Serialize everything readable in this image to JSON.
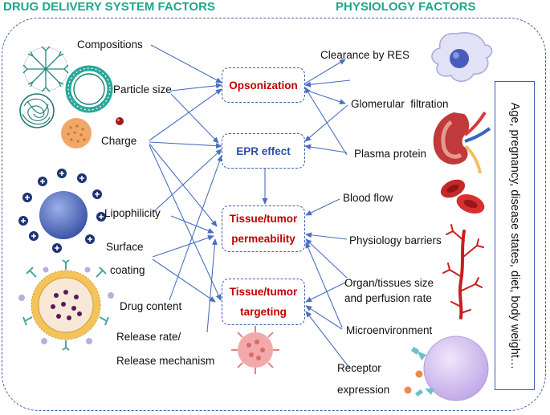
{
  "headers": {
    "left": "DRUG DELIVERY SYSTEM FACTORS",
    "right": "PHYSIOLOGY FACTORS"
  },
  "left_factors": {
    "compositions": "Compositions",
    "particle_size": "Particle size",
    "charge": "Charge",
    "lipophilicity": "Lipophilicity",
    "surface_line1": "Surface",
    "surface_line2": "coating",
    "drug_content": "Drug content",
    "release_line1": "Release rate/",
    "release_line2": "Release mechanism"
  },
  "center_boxes": {
    "opsonization": "Opsonization",
    "epr": "EPR effect",
    "permeability_line1": "Tissue/tumor",
    "permeability_line2": "permeability",
    "targeting_line1": "Tissue/tumor",
    "targeting_line2": "targeting"
  },
  "right_factors": {
    "clearance": "Clearance by RES",
    "glomerular": "Glomerular  filtration",
    "plasma": "Plasma protein",
    "blood_flow": "Blood flow",
    "barriers": "Physiology barriers",
    "organ_line1": "Organ/tissues size",
    "organ_line2": "and perfusion rate",
    "micro": "Microenvironment",
    "receptor_line1": "Receptor",
    "receptor_line2": "expression"
  },
  "side_note": "Age, pregnancy, disease states, diet, body weight…",
  "icons": [
    "dendrimer-icon",
    "liposome-icon",
    "polymer-nanoparticle-icon",
    "solid-nanoparticle-icon",
    "small-particle-icon",
    "charged-particle-icon",
    "liposome-drug-icon",
    "tumor-cell-icon",
    "macrophage-icon",
    "kidney-icon",
    "red-blood-cell-icon",
    "blood-vessel-icon",
    "target-cell-icon"
  ],
  "colors": {
    "header": "#1fa58c",
    "box_border": "#3b5fb0",
    "emphasis_red": "#c00000",
    "emphasis_blue": "#2b4fa8",
    "arrow": "#4a6fc0"
  }
}
